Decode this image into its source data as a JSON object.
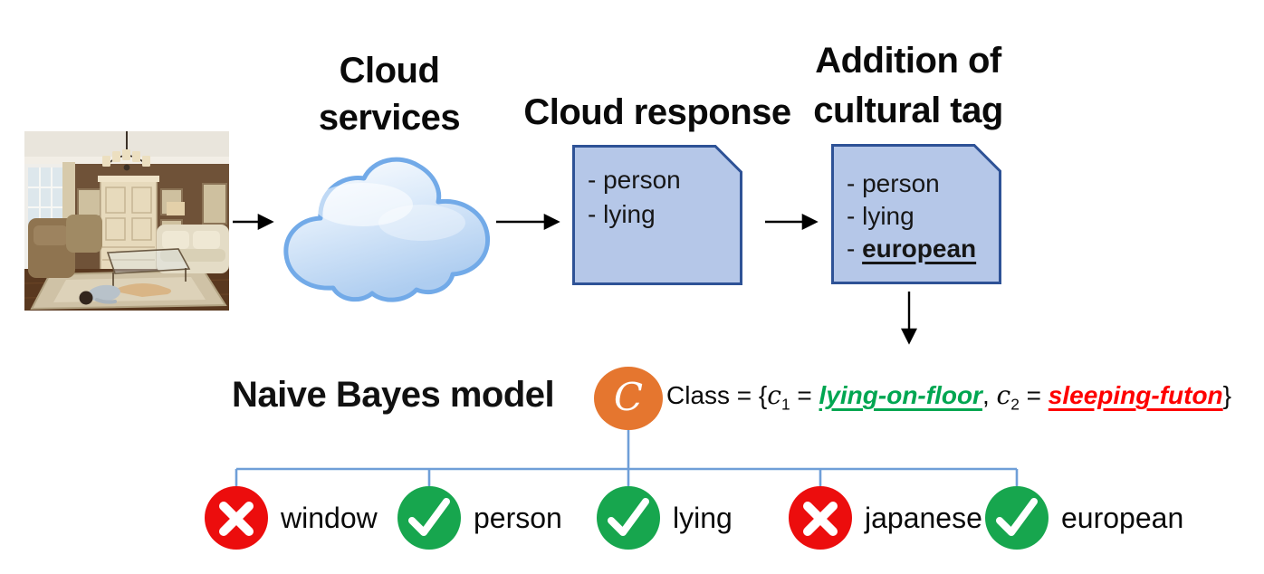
{
  "colors": {
    "doc-fill": "#b5c7e8",
    "doc-border": "#2e5296",
    "tree-line": "#6f9fd8",
    "class-node-fill": "#e5762f",
    "yes-green": "#17a64e",
    "no-red": "#ec0d0d",
    "class1-green": "#00a651",
    "class2-red": "#fe0000"
  },
  "titles": {
    "cloud_services_line1": "Cloud",
    "cloud_services_line2": "services",
    "cloud_response": "Cloud response",
    "addition_line1": "Addition of",
    "addition_line2": "cultural tag",
    "naive_bayes": "Naive Bayes model"
  },
  "photo": {
    "name": "living-room-with-person-lying-on-floor"
  },
  "cloud_response_box": {
    "items": [
      "- person",
      "- lying"
    ]
  },
  "cultural_tag_box": {
    "items": [
      "- person",
      "- lying"
    ],
    "highlight_prefix": "- ",
    "highlight": "european"
  },
  "class_node": {
    "label": "C"
  },
  "equation": {
    "open": "Class = {",
    "c1_base": "c",
    "c1_sub": "1",
    "eq1": " = ",
    "class1": "lying-on-floor",
    "separator": ", ",
    "c2_base": "c",
    "c2_sub": "2",
    "eq2": " = ",
    "class2": "sleeping-futon",
    "close": "}"
  },
  "features": [
    {
      "label": "window",
      "status": "absent",
      "icon": "cross-icon"
    },
    {
      "label": "person",
      "status": "present",
      "icon": "check-icon"
    },
    {
      "label": "lying",
      "status": "present",
      "icon": "check-icon"
    },
    {
      "label": "japanese",
      "status": "absent",
      "icon": "cross-icon"
    },
    {
      "label": "european",
      "status": "present",
      "icon": "check-icon"
    }
  ]
}
